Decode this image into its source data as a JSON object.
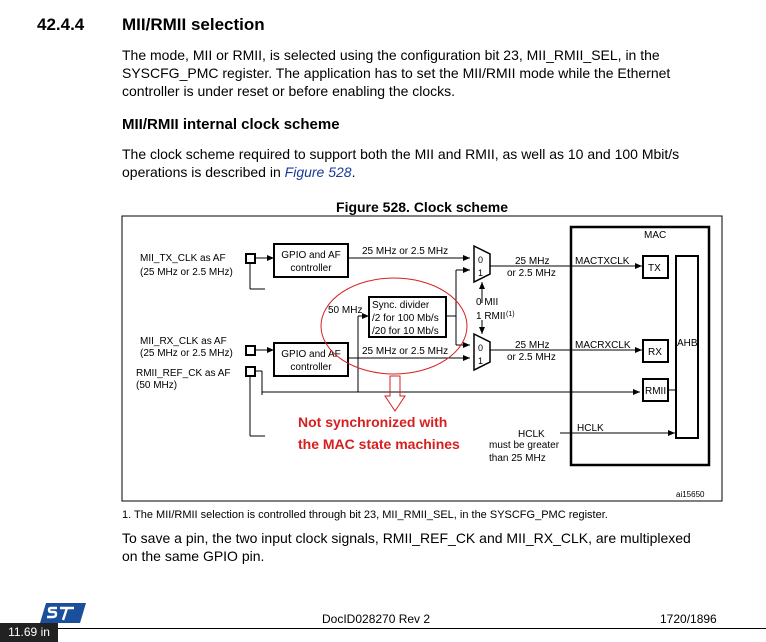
{
  "section": {
    "number": "42.4.4",
    "title": "MII/RMII selection",
    "intro": [
      "The mode, MII or RMII, is selected using the configuration bit 23, MII_RMII_SEL, in the",
      "SYSCFG_PMC register. The application has to set the MII/RMII mode while the Ethernet",
      "controller is under reset or before enabling the clocks."
    ],
    "subheading": "MII/RMII internal clock scheme",
    "para2_line1": "The clock scheme required to support both the MII and RMII, as well as 10 and 100 Mbit/s",
    "para2_line2_pre": "operations is described in ",
    "para2_link": "Figure 528",
    "para2_line2_post": "."
  },
  "figure": {
    "caption": "Figure 528. Clock scheme",
    "mac_label": "MAC",
    "inputs": {
      "tx_clk_1": "MII_TX_CLK as AF",
      "tx_clk_2": "(25 MHz or 2.5 MHz)",
      "rx_clk_1": "MII_RX_CLK as AF",
      "rx_clk_2": "(25 MHz or 2.5 MHz)",
      "ref_clk_1": "RMII_REF_CK as AF",
      "ref_clk_2": "(50 MHz)"
    },
    "gpio_top": [
      "GPIO and AF",
      "controller"
    ],
    "gpio_bottom": [
      "GPIO and AF",
      "controller"
    ],
    "freq_top": "25 MHz or 2.5 MHz",
    "freq_bottom": "25 MHz or 2.5 MHz",
    "fifty_mhz": "50 MHz",
    "divider": [
      "Sync. divider",
      "/2 for 100 Mb/s",
      "/20 for 10 Mb/s"
    ],
    "mux_inputs": [
      "0",
      "1"
    ],
    "sel_mii": "0 MII",
    "sel_rmii": "1 RMII",
    "sel_rmii_sup": "(1)",
    "mux_out_top": [
      "25 MHz",
      "or 2.5 MHz"
    ],
    "mux_out_bottom": [
      "25 MHz",
      "or 2.5 MHz"
    ],
    "mactx": "MACTXCLK",
    "macrx": "MACRXCLK",
    "tx_block": "TX",
    "rx_block": "RX",
    "rmii_block": "RMII",
    "ahb_block": "AHB",
    "hclk_in": "HCLK",
    "hclk_label": "HCLK",
    "hclk_note": [
      "must be greater",
      "than 25 MHz"
    ],
    "annotation": [
      "Not synchronized with",
      "the MAC state machines"
    ],
    "figure_id": "ai15650",
    "colors": {
      "annotation": "#d62020"
    }
  },
  "footnote": "1.   The MII/RMII selection is controlled through bit 23, MII_RMII_SEL, in the SYSCFG_PMC register.",
  "closing": [
    "To save a pin, the two input clock signals, RMII_REF_CK and MII_RX_CLK, are multiplexed",
    "on the same GPIO pin."
  ],
  "footer": {
    "doc_id": "DocID028270 Rev 2",
    "page": "1720/1896",
    "size_badge": "11.69 in",
    "logo_icon": "st-logo-icon"
  }
}
